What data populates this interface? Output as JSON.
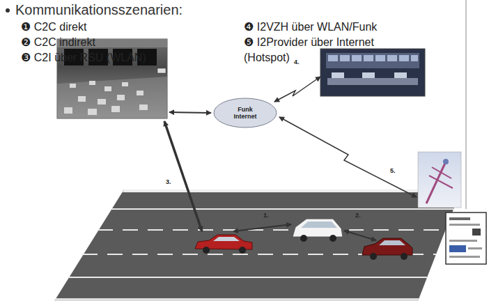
{
  "diagram": {
    "title": "Kommunikationsszenarien:",
    "nodes": [
      {
        "text": [
          "Funk Internet"
        ]
      }
    ],
    "labels": [
      "❶ C2C direkt",
      "❷ C2C indirekt",
      "❸ C2I über RSU (WLAN)",
      "❹ I2VZH über WLAN/Funk",
      "❺ I2Provider über Internet (Hotspot)",
      "1.",
      "2.",
      "3.",
      "4.",
      "5."
    ]
  }
}
